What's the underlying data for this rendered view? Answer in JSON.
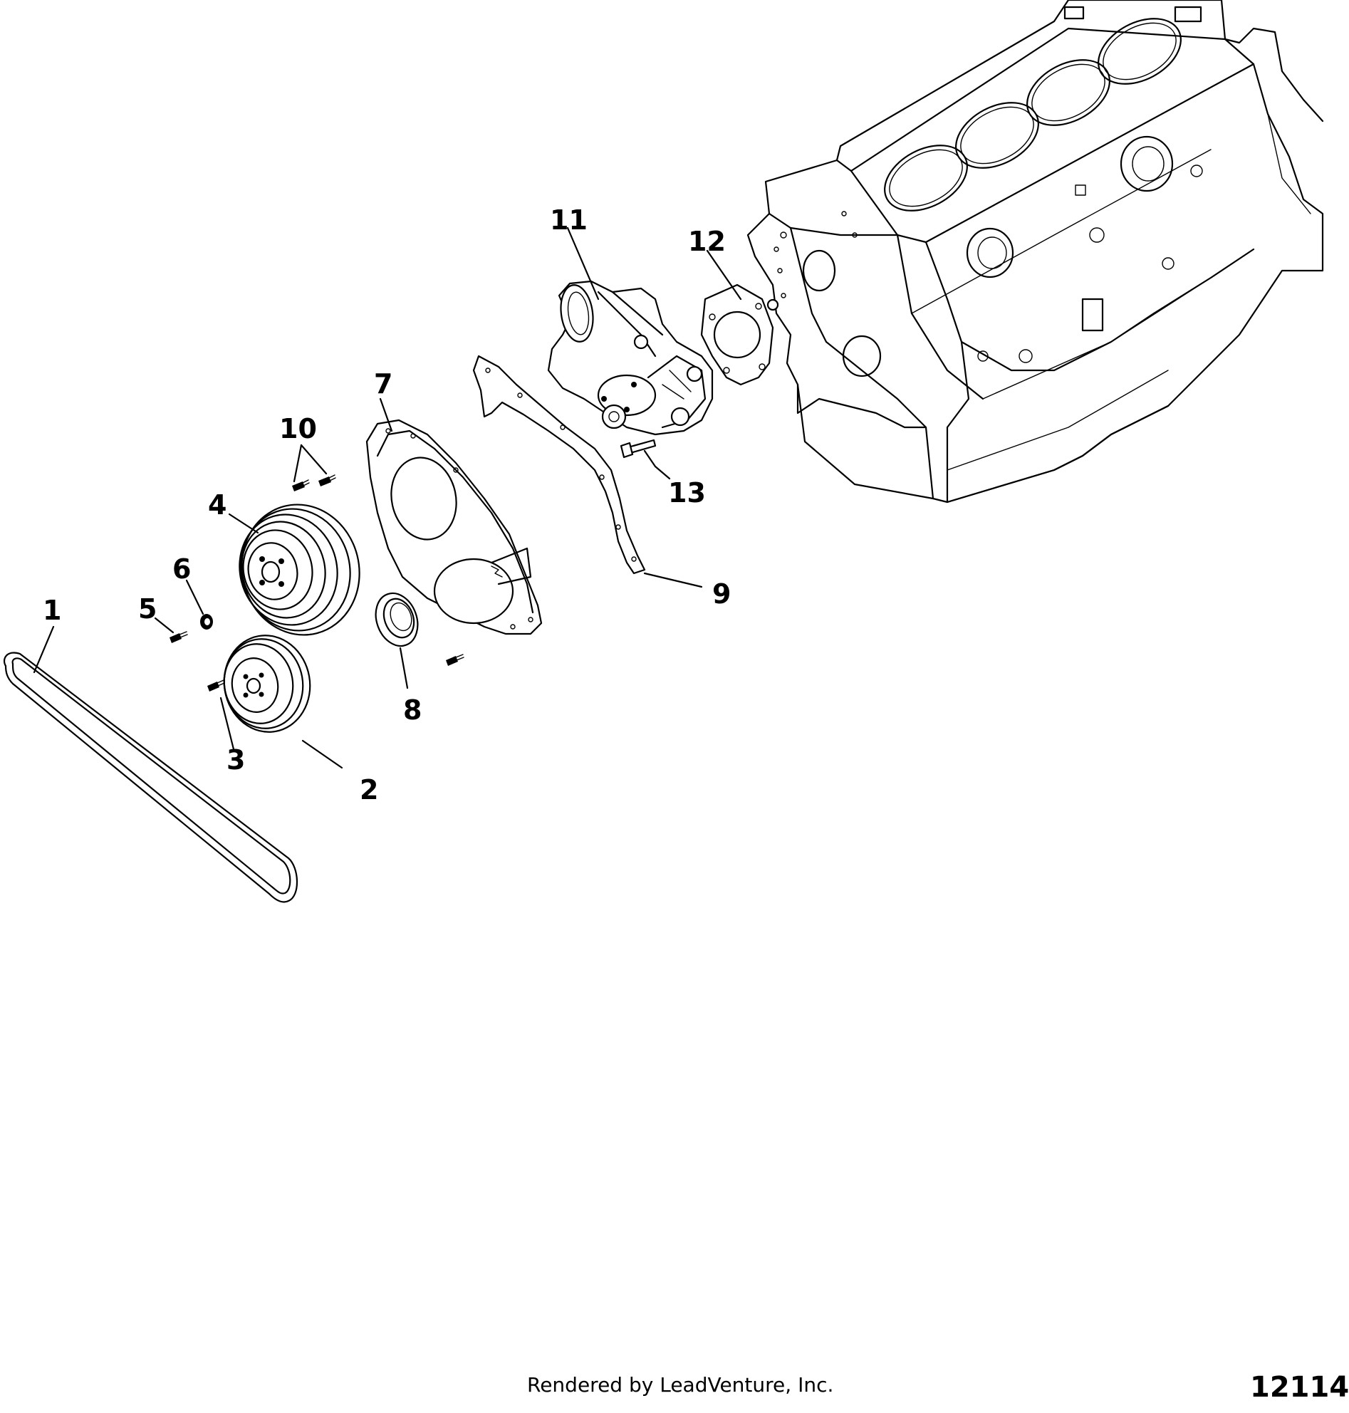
{
  "diagram": {
    "callouts": [
      {
        "id": "1",
        "label": "1"
      },
      {
        "id": "2",
        "label": "2"
      },
      {
        "id": "3",
        "label": "3"
      },
      {
        "id": "4",
        "label": "4"
      },
      {
        "id": "5",
        "label": "5"
      },
      {
        "id": "6",
        "label": "6"
      },
      {
        "id": "7",
        "label": "7"
      },
      {
        "id": "8",
        "label": "8"
      },
      {
        "id": "9",
        "label": "9"
      },
      {
        "id": "10",
        "label": "10"
      },
      {
        "id": "11",
        "label": "11"
      },
      {
        "id": "12",
        "label": "12"
      },
      {
        "id": "13",
        "label": "13"
      }
    ]
  },
  "footer": {
    "credit": "Rendered by LeadVenture, Inc.",
    "figure_number": "12114"
  }
}
